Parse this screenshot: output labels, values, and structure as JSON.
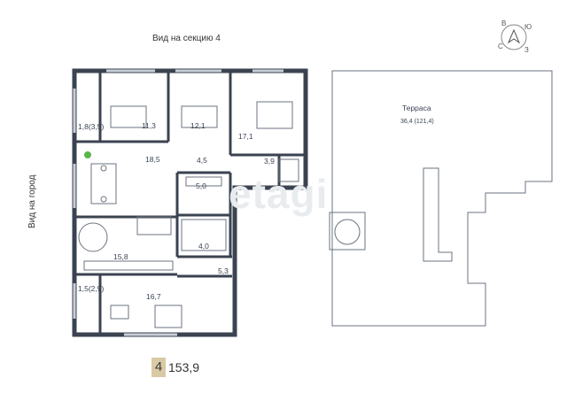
{
  "captions": {
    "section_view": "Вид на секцию 4",
    "city_view": "Вид на город"
  },
  "compass": {
    "north": "В",
    "east": "Ю",
    "south": "З",
    "west": "С"
  },
  "rooms": {
    "balcony_top": "1,8(3,5)",
    "bedroom_1": "11,3",
    "bedroom_2": "12,1",
    "bedroom_3": "17,1",
    "living": "18,5",
    "hall": "4,5",
    "wardrobe": "3,9",
    "bath_1": "5,0",
    "bath_2": "4,0",
    "corridor": "5,3",
    "kitchen_zone": "15,8",
    "balcony_bottom": "1,5(2,9)",
    "bedroom_4": "16,7"
  },
  "terrace": {
    "title": "Терраса",
    "area": "36,4 (121,4)"
  },
  "badge": {
    "rooms_count": "4",
    "total_area": "153,9"
  },
  "watermark": "etagi",
  "colors": {
    "wall": "#3b4351",
    "window": "#c9cfd6",
    "badge": "#d9c9a5",
    "plant": "#5bb54a"
  }
}
